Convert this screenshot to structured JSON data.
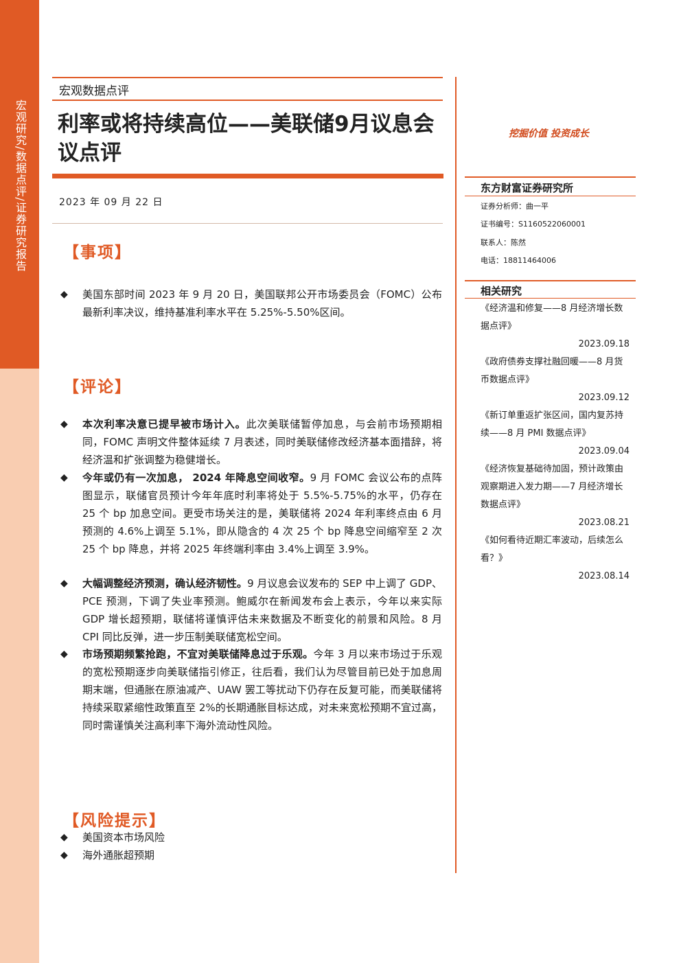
{
  "sidebar": {
    "text": "宏观研究/数据点评/证券研究报告"
  },
  "header": {
    "category": "宏观数据点评",
    "title": "利率或将持续高位——美联储9月议息会议点评",
    "date": "2023 年 09 月 22 日"
  },
  "sections": {
    "event": {
      "heading": "【事项】",
      "items": [
        {
          "bold": "",
          "text": "美国东部时间 2023 年 9 月 20 日，美国联邦公开市场委员会（FOMC）公布最新利率决议，维持基准利率水平在 5.25%-5.50%区间。"
        }
      ]
    },
    "comment": {
      "heading": "【评论】",
      "items": [
        {
          "bold": "本次利率决意已提早被市场计入。",
          "text": "此次美联储暂停加息，与会前市场预期相同，FOMC 声明文件整体延续 7 月表述，同时美联储修改经济基本面措辞，将经济温和扩张调整为稳健增长。"
        },
        {
          "bold": "今年或仍有一次加息， 2024 年降息空间收窄。",
          "text": "9 月 FOMC 会议公布的点阵图显示，联储官员预计今年年底时利率将处于 5.5%-5.75%的水平，仍存在 25 个 bp 加息空间。更受市场关注的是，美联储将 2024 年利率终点由 6 月预测的 4.6%上调至 5.1%，即从隐含的 4 次 25 个 bp 降息空间缩窄至 2 次 25 个 bp 降息，并将 2025 年终端利率由 3.4%上调至 3.9%。"
        },
        {
          "bold": "大幅调整经济预测，确认经济韧性。",
          "text": "9 月议息会议发布的 SEP 中上调了 GDP、PCE 预测，下调了失业率预测。鲍威尔在新闻发布会上表示，今年以来实际 GDP 增长超预期，联储将谨慎评估未来数据及不断变化的前景和风险。8 月 CPI 同比反弹，进一步压制美联储宽松空间。"
        },
        {
          "bold": "市场预期频繁抢跑，不宜对美联储降息过于乐观。",
          "text": "今年 3 月以来市场过于乐观的宽松预期逐步向美联储指引修正，往后看，我们认为尽管目前已处于加息周期末端，但通胀在原油减产、UAW 罢工等扰动下仍存在反复可能，而美联储将持续采取紧缩性政策直至 2%的长期通胀目标达成，对未来宽松预期不宜过高，同时需谨慎关注高利率下海外流动性风险。"
        }
      ]
    },
    "risk": {
      "heading": "【风险提示】",
      "items": [
        {
          "bold": "",
          "text": "美国资本市场风险"
        },
        {
          "bold": "",
          "text": "海外通胀超预期"
        }
      ]
    }
  },
  "right": {
    "slogan": "挖掘价值 投资成长",
    "org": "东方财富证券研究所",
    "analyst": "证券分析师：曲一平",
    "cert": "证书编号：S1160522060001",
    "contact": "联系人：陈然",
    "phone": "电话：18811464006",
    "related_heading": "相关研究",
    "related": [
      {
        "title": "《经济温和修复——8 月经济增长数据点评》",
        "date": "2023.09.18"
      },
      {
        "title": "《政府债券支撑社融回暖——8 月货币数据点评》",
        "date": "2023.09.12"
      },
      {
        "title": "《新订单重返扩张区间，国内复苏持续——8 月 PMI 数据点评》",
        "date": "2023.09.04"
      },
      {
        "title": "《经济恢复基础待加固，预计政策由观察期进入发力期——7 月经济增长数据点评》",
        "date": "2023.08.21"
      },
      {
        "title": "《如何看待近期汇率波动，后续怎么看？》",
        "date": "2023.08.14"
      }
    ]
  },
  "colors": {
    "accent": "#e05a25",
    "sidebar_light": "#f9cdb1"
  },
  "icons": {
    "bullet": "diamond-bullet-icon"
  }
}
